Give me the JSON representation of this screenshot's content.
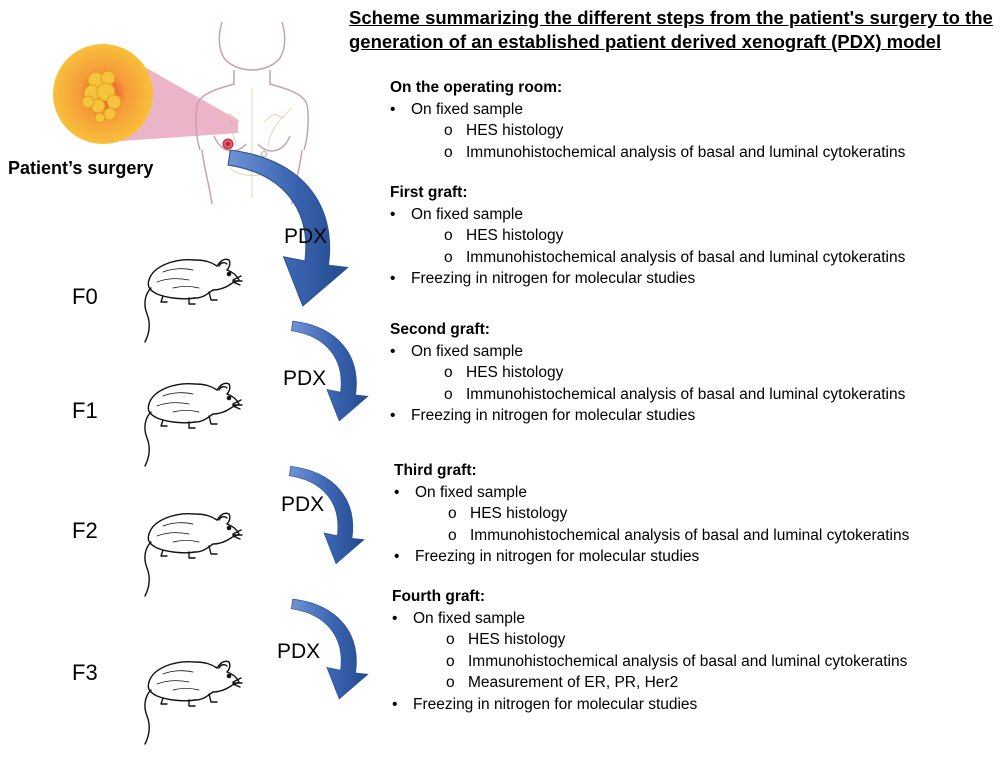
{
  "title_lines": [
    "Scheme summarizing the different steps from the patient's surgery to the",
    "generation of an established patient derived xenograft (PDX) model"
  ],
  "patient_label": "Patient’s surgery",
  "pdx_label": "PDX",
  "generations": [
    "F0",
    "F1",
    "F2",
    "F3"
  ],
  "colors": {
    "arrow": "#3a64b0",
    "tumor": "#f4c33a",
    "highlight": "#e9a7bf"
  },
  "icons": [
    "tumor-closeup-icon",
    "female-torso-icon",
    "mouse-icon",
    "curved-arrow-icon"
  ],
  "sections": [
    {
      "title": "On the operating room:",
      "items": [
        {
          "level": 1,
          "text": "On fixed sample"
        },
        {
          "level": 2,
          "text": "HES histology"
        },
        {
          "level": 2,
          "text": "Immunohistochemical analysis of basal and luminal cytokeratins"
        }
      ]
    },
    {
      "title": "First graft:",
      "items": [
        {
          "level": 1,
          "text": "On fixed sample"
        },
        {
          "level": 2,
          "text": "HES histology"
        },
        {
          "level": 2,
          "text": "Immunohistochemical analysis of basal and luminal cytokeratins"
        },
        {
          "level": 1,
          "text": "Freezing in nitrogen for molecular studies"
        }
      ]
    },
    {
      "title": "Second graft:",
      "items": [
        {
          "level": 1,
          "text": "On fixed sample"
        },
        {
          "level": 2,
          "text": "HES histology"
        },
        {
          "level": 2,
          "text": "Immunohistochemical analysis of basal and luminal cytokeratins"
        },
        {
          "level": 1,
          "text": "Freezing in nitrogen for molecular studies"
        }
      ]
    },
    {
      "title": "Third graft:",
      "items": [
        {
          "level": 1,
          "text": "On fixed sample"
        },
        {
          "level": 2,
          "text": "HES histology"
        },
        {
          "level": 2,
          "text": "Immunohistochemical analysis of basal and luminal cytokeratins"
        },
        {
          "level": 1,
          "text": "Freezing in nitrogen for molecular studies"
        }
      ]
    },
    {
      "title": "Fourth graft:",
      "items": [
        {
          "level": 1,
          "text": "On fixed sample"
        },
        {
          "level": 2,
          "text": "HES histology"
        },
        {
          "level": 2,
          "text": "Immunohistochemical analysis of basal and luminal cytokeratins"
        },
        {
          "level": 2,
          "text": "Measurement of ER, PR, Her2"
        },
        {
          "level": 1,
          "text": "Freezing in nitrogen for molecular studies"
        }
      ]
    }
  ]
}
